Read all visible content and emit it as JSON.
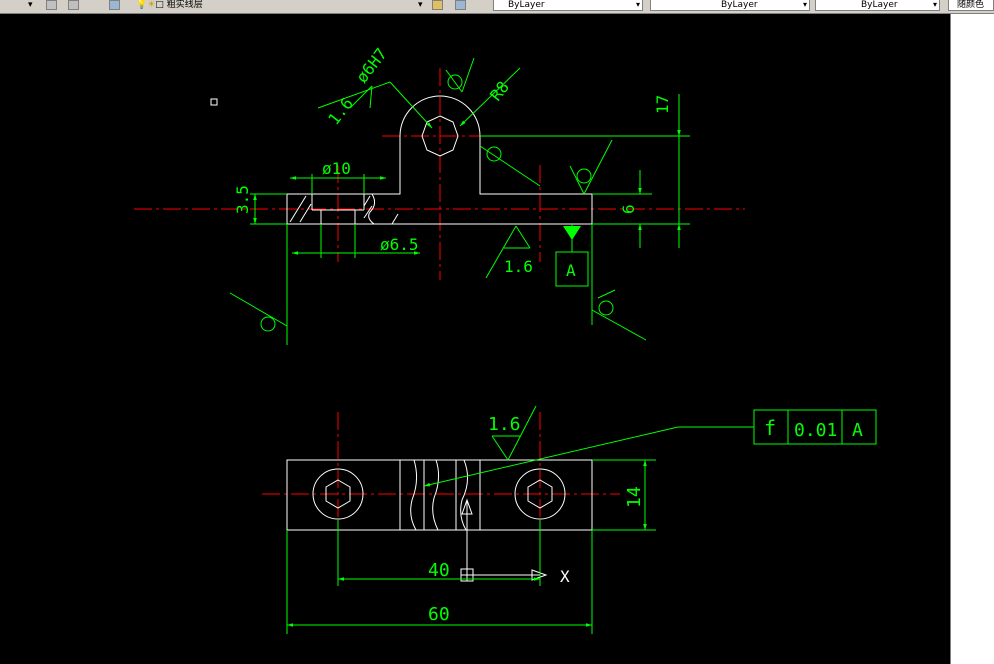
{
  "toolbar": {
    "layer_name": "粗实线层",
    "color_value": "ByLayer",
    "linetype_value": "ByLayer",
    "lineweight_value": "ByLayer",
    "plotstyle_value": "随颜色"
  },
  "drawing": {
    "hole_fit": "ø6H7",
    "roughness_top": "1.6",
    "radius": "R8",
    "dim_height_total": "17",
    "dim_counterbore_dia": "ø10",
    "dim_thickness": "3.5",
    "dim_hole_dia": "ø6.5",
    "dim_base_height": "6",
    "roughness_bottom": "1.6",
    "datum_letter": "A",
    "roughness_plan": "1.6",
    "tolerance_symbol": "f",
    "tolerance_value": "0.01",
    "tolerance_datum": "A",
    "dim_plan_height": "14",
    "dim_hole_spacing": "40",
    "dim_overall_length": "60",
    "ucs_x": "X"
  }
}
